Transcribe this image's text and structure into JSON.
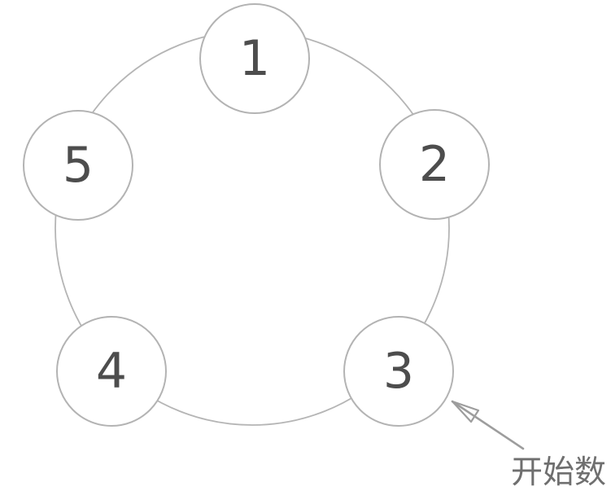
{
  "diagram": {
    "title_implicit": "circular counting ring of five numbered positions",
    "nodes": [
      {
        "label": "1"
      },
      {
        "label": "2"
      },
      {
        "label": "3"
      },
      {
        "label": "4"
      },
      {
        "label": "5"
      }
    ],
    "annotation": {
      "text": "开始数",
      "points_to_node": "3"
    },
    "colors": {
      "circle_stroke": "#b3b3b3",
      "ring_stroke": "#b5b5b5",
      "digit": "#4d4d4d",
      "arrow": "#9d9d9d",
      "annotation_text": "#6f6f6f",
      "background": "#ffffff"
    }
  }
}
